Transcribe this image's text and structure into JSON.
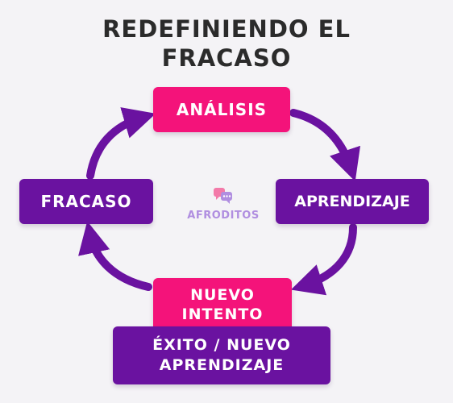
{
  "title": {
    "line1": "REDEFINIENDO EL",
    "line2": "FRACASO"
  },
  "cycle": {
    "analisis": "ANÁLISIS",
    "aprendizaje": "APRENDIZAJE",
    "fracaso": "FRACASO",
    "nuevo_intento_line1": "NUEVO",
    "nuevo_intento_line2": "INTENTO"
  },
  "outcome": {
    "line1": "ÉXITO / NUEVO",
    "line2": "APRENDIZAJE"
  },
  "logo": {
    "text": "AFRODITOS",
    "icon": "chat-bubbles-icon"
  },
  "colors": {
    "pink": "#f4137a",
    "purple": "#6a12a0",
    "title": "#2b2b2b",
    "logo": "#b08ee0"
  }
}
